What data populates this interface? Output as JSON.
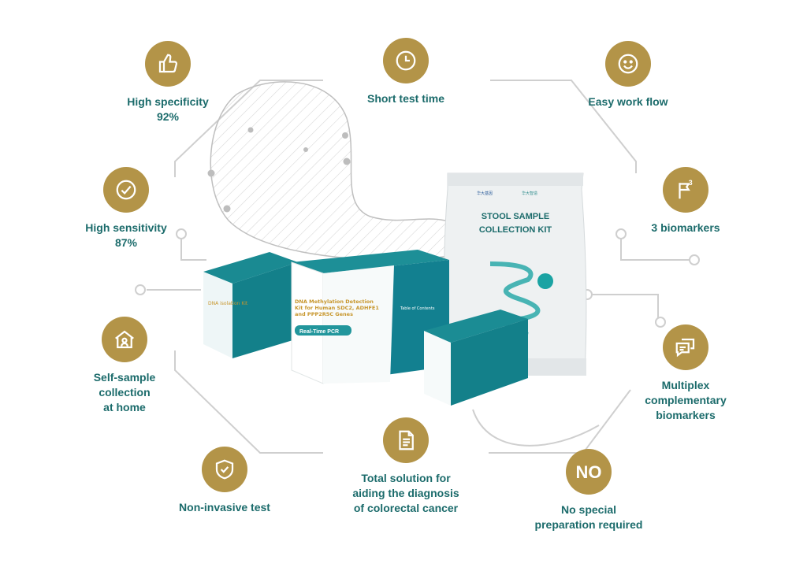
{
  "features": {
    "specificity": {
      "label": "High specificity\n92%",
      "icon": "thumbs-up-icon"
    },
    "short_time": {
      "label": "Short test time",
      "icon": "clock-icon"
    },
    "workflow": {
      "label": "Easy work flow",
      "icon": "smile-icon"
    },
    "sensitivity": {
      "label": "High sensitivity\n87%",
      "icon": "check-circle-icon"
    },
    "biomarkers": {
      "label": "3 biomarkers",
      "icon": "flag-icon"
    },
    "self_sample": {
      "label": "Self-sample\ncollection\nat home",
      "icon": "home-user-icon"
    },
    "multiplex": {
      "label": "Multiplex\ncomplementary\nbiomarkers",
      "icon": "chat-bubbles-icon"
    },
    "non_invasive": {
      "label": "Non-invasive test",
      "icon": "shield-check-icon"
    },
    "total_solution": {
      "label": "Total solution for\naiding the diagnosis\nof colorectal cancer",
      "icon": "document-icon"
    },
    "no_prep": {
      "label": "No special\npreparation required",
      "icon_text": "NO"
    }
  },
  "products": {
    "pouch_title": "STOOL SAMPLE\nCOLLECTION KIT",
    "main_box_title": "DNA Methylation Detection\nKit for Human SDC2, ADHFE1\nand PPP2R5C Genes",
    "main_box_badge": "Real-Time PCR",
    "main_box_side": "Table of Contents",
    "left_box_label": "DNA isolation Kit"
  },
  "colors": {
    "accent_gold": "#b39448",
    "text_teal": "#1b6b6b",
    "box_teal": "#17808a",
    "line_gray": "#c9c9c9"
  }
}
